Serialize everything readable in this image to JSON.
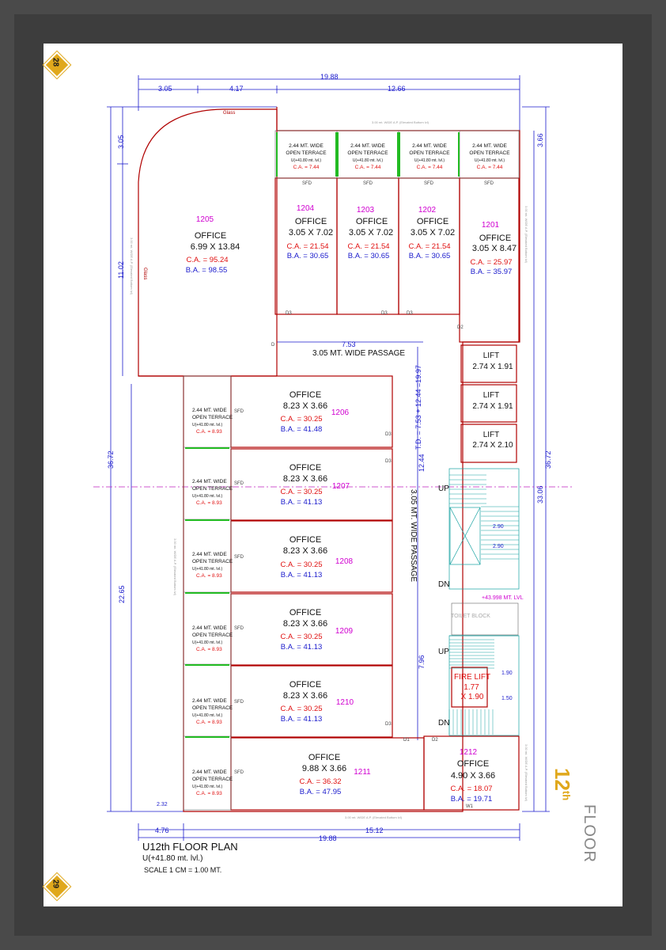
{
  "page_numbers": {
    "top": "28",
    "bottom": "29"
  },
  "dims": {
    "top_total": "19.88",
    "top_a": "3.05",
    "top_b": "4.17",
    "top_c": "12.66",
    "left_a": "3.05",
    "left_b": "11.02",
    "left_total": "36.72",
    "left_c": "22.65",
    "right_a": "3.66",
    "right_total": "36.72",
    "right_b": "33.06",
    "bottom_a": "4.76",
    "bottom_b": "15.12",
    "bottom_total": "19.88",
    "bottom_small": "2.32",
    "passage_w": "7.53",
    "td": "T.D. =  7.53 + 12.44 =19.97",
    "pass_v": "12.44",
    "pass_v2": "7.96",
    "stair_dim": "2.90",
    "stair_dim2": "1.90",
    "stair_dim3": "1.50",
    "level_mark": "+43.998 MT. LVL"
  },
  "labels": {
    "glass": "Glass",
    "glass2": "Glass",
    "passage_h": "3.05 MT. WIDE PASSAGE",
    "passage_v": "3.05 MT. WIDE PASSAGE",
    "up": "UP",
    "dn": "DN",
    "toilet": "TOILET BLOCK",
    "sfd": "SFD",
    "d1": "D1",
    "d2": "D2",
    "d3": "D3",
    "w1": "W1",
    "d": "D",
    "rear_road": "3.00 mt. WIDE A.P. (Elevated Bottom lvl)",
    "side_margin": "3.00 mt. WIDE A.P. (Elevated Bottom lvl)"
  },
  "terrace": {
    "line1": "2.44 MT. WIDE",
    "line2": "OPEN TERRACE",
    "level": "U(+41.80 mt. lvl.)",
    "ca_top": "C.A. = 7.44",
    "ca_side": "C.A. = 8.93"
  },
  "units": {
    "u1205": {
      "no": "1205",
      "name": "OFFICE",
      "size": "6.99 X 13.84",
      "ca": "C.A. = 95.24",
      "ba": "B.A. = 98.55"
    },
    "u1204": {
      "no": "1204",
      "name": "OFFICE",
      "size": "3.05 X 7.02",
      "ca": "C.A. = 21.54",
      "ba": "B.A. = 30.65"
    },
    "u1203": {
      "no": "1203",
      "name": "OFFICE",
      "size": "3.05 X 7.02",
      "ca": "C.A. = 21.54",
      "ba": "B.A. = 30.65"
    },
    "u1202": {
      "no": "1202",
      "name": "OFFICE",
      "size": "3.05 X 7.02",
      "ca": "C.A. = 21.54",
      "ba": "B.A. = 30.65"
    },
    "u1201": {
      "no": "1201",
      "name": "OFFICE",
      "size": "3.05 X 8.47",
      "ca": "C.A. = 25.97",
      "ba": "B.A. = 35.97"
    },
    "u1206": {
      "no": "1206",
      "name": "OFFICE",
      "size": "8.23 X 3.66",
      "ca": "C.A. = 30.25",
      "ba": "B.A. = 41.48"
    },
    "u1207": {
      "no": "1207",
      "name": "OFFICE",
      "size": "8.23 X 3.66",
      "ca": "C.A. = 30.25",
      "ba": "B.A. = 41.13"
    },
    "u1208": {
      "no": "1208",
      "name": "OFFICE",
      "size": "8.23 X 3.66",
      "ca": "C.A. = 30.25",
      "ba": "B.A. = 41.13"
    },
    "u1209": {
      "no": "1209",
      "name": "OFFICE",
      "size": "8.23 X 3.66",
      "ca": "C.A. = 30.25",
      "ba": "B.A. = 41.13"
    },
    "u1210": {
      "no": "1210",
      "name": "OFFICE",
      "size": "8.23 X 3.66",
      "ca": "C.A. = 30.25",
      "ba": "B.A. = 41.13"
    },
    "u1211": {
      "no": "1211",
      "name": "OFFICE",
      "size": "9.88 X 3.66",
      "ca": "C.A. = 36.32",
      "ba": "B.A. = 47.95"
    },
    "u1212": {
      "no": "1212",
      "name": "OFFICE",
      "size": "4.90 X 3.66",
      "ca": "C.A. = 18.07",
      "ba": "B.A. = 19.71"
    }
  },
  "lifts": [
    {
      "name": "LIFT",
      "size": "2.74 X 1.91"
    },
    {
      "name": "LIFT",
      "size": "2.74 X 1.91"
    },
    {
      "name": "LIFT",
      "size": "2.74 X 2.10"
    }
  ],
  "fire_lift": {
    "name": "FIRE LIFT",
    "size_a": "1.77",
    "size_b": "X 1.90"
  },
  "plan": {
    "title": "U12th FLOOR PLAN",
    "level": "U(+41.80 mt. lvl.)",
    "scale": "SCALE 1 CM = 1.00 MT."
  },
  "floor_badge": {
    "num": "12",
    "sup": "th",
    "word": "FLOOR"
  },
  "colors": {
    "wall": "#b00000",
    "dim": "#1a1acc",
    "unit_no": "#d000d0",
    "ca": "#e01010",
    "ba": "#1a1acc",
    "terrace_green": "#22bb22",
    "stair": "#13a0a0",
    "badge": "#e0a81c"
  }
}
